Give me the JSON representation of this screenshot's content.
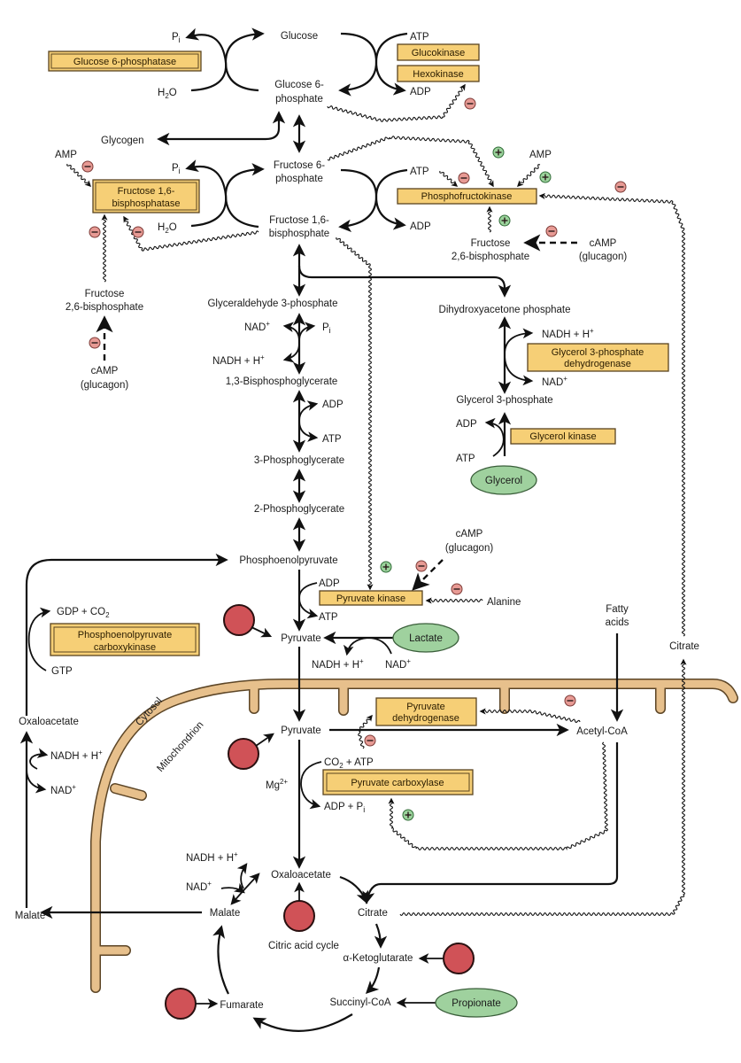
{
  "diagram": {
    "title": "Gluconeogenesis and glycolysis regulation pathway",
    "metabolites": {
      "glucose": "Glucose",
      "g6p_1": "Glucose 6-",
      "g6p_2": "phosphate",
      "glycogen": "Glycogen",
      "f6p_1": "Fructose 6-",
      "f6p_2": "phosphate",
      "f16bp_1": "Fructose 1,6-",
      "f16bp_2": "bisphosphate",
      "f26bp_left_1": "Fructose",
      "f26bp_left_2": "2,6-bisphosphate",
      "f26bp_right_1": "Fructose",
      "f26bp_right_2": "2,6-bisphosphate",
      "gap": "Glyceraldehyde 3-phosphate",
      "dhap": "Dihydroxyacetone phosphate",
      "bpg13": "1,3-Bisphosphoglycerate",
      "pg3": "3-Phosphoglycerate",
      "pg2": "2-Phosphoglycerate",
      "pep": "Phosphoenolpyruvate",
      "pyruvate_cyto": "Pyruvate",
      "pyruvate_mito": "Pyruvate",
      "lactate": "Lactate",
      "glycerol": "Glycerol",
      "glycerol3p": "Glycerol 3-phosphate",
      "oaa_cyto": "Oxaloacetate",
      "oaa_mito": "Oxaloacetate",
      "malate_cyto": "Malate",
      "malate_mito": "Malate",
      "acetyl_coa": "Acetyl-CoA",
      "fatty_acids_1": "Fatty",
      "fatty_acids_2": "acids",
      "citrate_mito": "Citrate",
      "citrate_cyto": "Citrate",
      "akg": "α-Ketoglutarate",
      "succinyl_coa": "Succinyl-CoA",
      "fumarate": "Fumarate",
      "propionate": "Propionate",
      "alanine": "Alanine",
      "citric_acid_cycle": "Citric acid cycle"
    },
    "cofactors": {
      "pi_1": "P",
      "pi_sub": "i",
      "h2o_1": "H",
      "h2o_sub": "2",
      "h2o_end": "O",
      "atp": "ATP",
      "adp": "ADP",
      "amp": "AMP",
      "camp": "cAMP",
      "glucagon": "(glucagon)",
      "nad": "NAD",
      "nadh": "NADH + H",
      "plus_sup": "+",
      "gdp_co2": "GDP + CO",
      "gtp": "GTP",
      "co2_atp_a": "CO",
      "co2_atp_b": " + ATP",
      "adp_pi": "ADP + P",
      "mg": "Mg",
      "mg_sup": "2+"
    },
    "enzymes": {
      "g6pase": "Glucose 6-phosphatase",
      "glucokinase": "Glucokinase",
      "hexokinase": "Hexokinase",
      "fbpase_1": "Fructose 1,6-",
      "fbpase_2": "bisphosphatase",
      "pfk": "Phosphofructokinase",
      "g3pdh_1": "Glycerol 3-phosphate",
      "g3pdh_2": "dehydrogenase",
      "glycerol_kinase": "Glycerol kinase",
      "pyruvate_kinase": "Pyruvate kinase",
      "pepck_1": "Phosphoenolpyruvate",
      "pepck_2": "carboxykinase",
      "pdh_1": "Pyruvate",
      "pdh_2": "dehydrogenase",
      "pyruvate_carboxylase": "Pyruvate carboxylase"
    },
    "compartments": {
      "cytosol": "Cytosol",
      "mitochondrion": "Mitochondrion"
    },
    "colors": {
      "enzyme_fill": "#f6cf76",
      "membrane": "#e7c08c",
      "substrate_source": "#9fd19e",
      "amino_acid_source": "#d05257",
      "inhibition": "#e79a94",
      "activation": "#9bd39c"
    },
    "regulation_signs": {
      "negative": "−",
      "positive": "+"
    }
  }
}
